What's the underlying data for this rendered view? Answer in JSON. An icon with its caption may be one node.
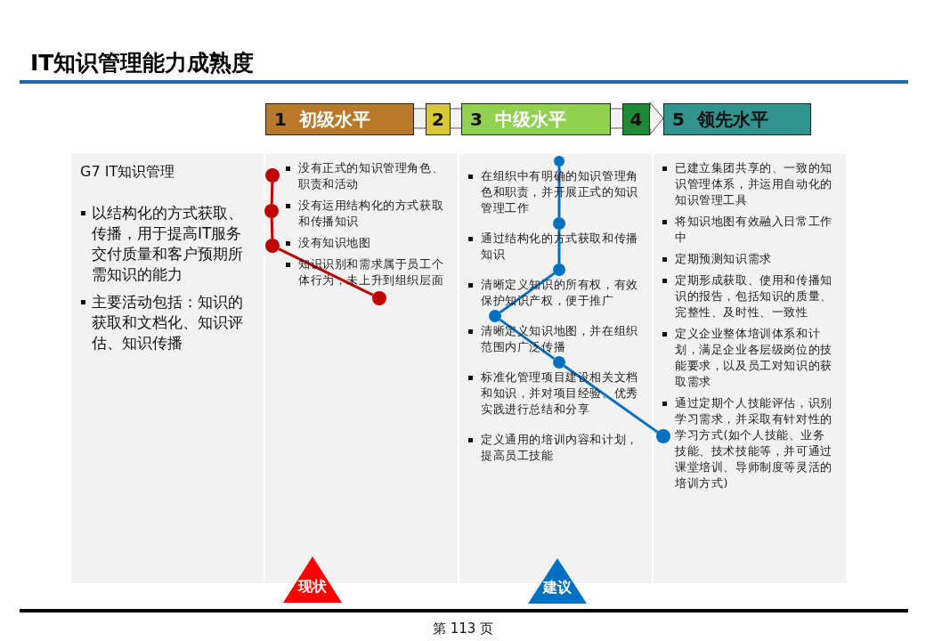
{
  "diagram": {
    "title": "IT知识管理能力成熟度",
    "nodes": [
      {
        "text": [
          "1",
          "初级水平"
        ]
      },
      {
        "text": [
          "2"
        ]
      },
      {
        "text": [
          "3",
          "中级水平"
        ]
      },
      {
        "text": [
          "4"
        ]
      },
      {
        "text": [
          "5",
          "领先水平"
        ]
      },
      {
        "text": [
          "G7 IT知识管理",
          "以结构化的方式获取、传播，用于提高IT服务交付质量和客户预期所需知识的能力",
          "主要活动包括：知识的获取和文档化、知识评估、知识传播"
        ]
      },
      {
        "text": [
          "没有正式的知识管理角色、职责和活动",
          "没有运用结构化的方式获取和传播知识",
          "没有知识地图",
          "知识识别和需求属于员工个体行为，未上升到组织层面"
        ]
      },
      {
        "text": [
          "在组织中有明确的知识管理角色和职责，并开展正式的知识管理工作",
          "通过结构化的方式获取和传播知识",
          "清晰定义知识的所有权，有效保护知识产权，便于推广",
          "清晰定义知识地图，并在组织范围内广泛传播",
          "标准化管理项目建设相关文档和知识，并对项目经验、优秀实践进行总结和分享",
          "定义通用的培训内容和计划，提高员工技能"
        ]
      },
      {
        "text": [
          "已建立集团共享的、一致的知识管理体系，并运用自动化的知识管理工具",
          "将知识地图有效融入日常工作中",
          "定期预测知识需求",
          "定期形成获取、使用和传播知识的报告，包括知识的质量、完整性、及时性、一致性",
          "定义企业整体培训体系和计划，满足企业各层级岗位的技能要求，以及员工对知识的获取需求",
          "通过定期个人技能评估，识别学习需求，并采取有针对性的学习方式(如个人技能、业务技能、技术技能等，并可通过课堂培训、导师制度等灵活的培训方式)"
        ]
      },
      {
        "text": [],
        "shape": "circle",
        "in": 6
      },
      {
        "text": [],
        "shape": "circle",
        "in": 6
      },
      {
        "text": [],
        "shape": "circle",
        "in": 6
      },
      {
        "text": [],
        "shape": "circle",
        "in": 6
      },
      {
        "text": [],
        "shape": "circle",
        "in": 7
      },
      {
        "text": [],
        "shape": "circle",
        "in": 7
      },
      {
        "text": [],
        "shape": "circle",
        "in": 7
      },
      {
        "text": [],
        "shape": "circle",
        "in": 7
      },
      {
        "text": [],
        "shape": "circle",
        "in": 7
      },
      {
        "text": [],
        "shape": "circle",
        "in": 8
      },
      {
        "text": [
          "现状"
        ]
      },
      {
        "text": [
          "建议"
        ]
      }
    ],
    "edges": [
      {
        "from": 9,
        "to": 10,
        "arrow": "none",
        "color": "#c00000"
      },
      {
        "from": 10,
        "to": 11,
        "arrow": "none",
        "color": "#c00000"
      },
      {
        "from": 11,
        "to": 12,
        "arrow": "none",
        "color": "#c00000"
      },
      {
        "from": 13,
        "to": 14,
        "arrow": "none"
      },
      {
        "from": 14,
        "to": 15,
        "arrow": "none"
      },
      {
        "from": 15,
        "to": 16,
        "arrow": "none"
      },
      {
        "from": 16,
        "to": 17,
        "arrow": "none"
      },
      {
        "from": 17,
        "to": 18,
        "arrow": "none"
      }
    ],
    "labels": [
      "第 113 页"
    ]
  }
}
